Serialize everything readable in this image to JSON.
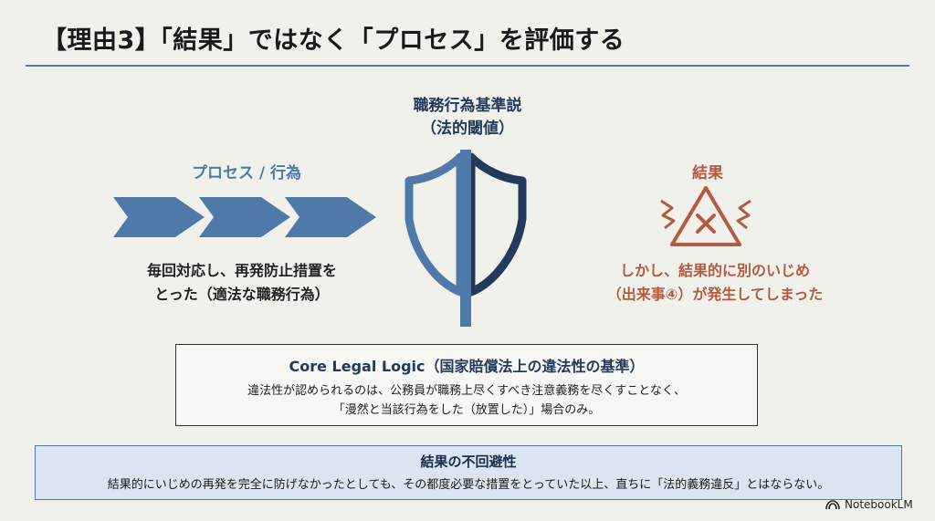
{
  "title": "【理由3】「結果」ではなく「プロセス」を評価する",
  "shield": {
    "label_line1": "職務行為基準説",
    "label_line2": "（法的閾値）",
    "icon": "shield-icon",
    "colors": {
      "left": "#4f79a8",
      "right": "#233a5c"
    }
  },
  "process": {
    "label": "プロセス / 行為",
    "icon": "chevron-arrows-icon",
    "text_line1": "毎回対応し、再発防止措置を",
    "text_line2": "とった（適法な職務行為）",
    "color": "#4f79a8"
  },
  "result": {
    "label": "結果",
    "icon": "warning-triangle-icon",
    "text_line1": "しかし、結果的に別のいじめ",
    "text_line2": "（出来事④）が発生してしまった",
    "color": "#b35a42"
  },
  "core_logic": {
    "title": "Core Legal Logic（国家賠償法上の違法性の基準）",
    "text_line1": "違法性が認められるのは、公務員が職務上尽くすべき注意義務を尽くすことなく、",
    "text_line2": "「漫然と当該行為をした（放置した）」場合のみ。"
  },
  "inevitability": {
    "title": "結果の不回避性",
    "text": "結果的にいじめの再発を完全に防げなかったとしても、その都度必要な措置をとっていた以上、直ちに「法的義務違反」とはならない。"
  },
  "badge": {
    "label": "NotebookLM",
    "icon": "notebooklm-logo-icon"
  }
}
